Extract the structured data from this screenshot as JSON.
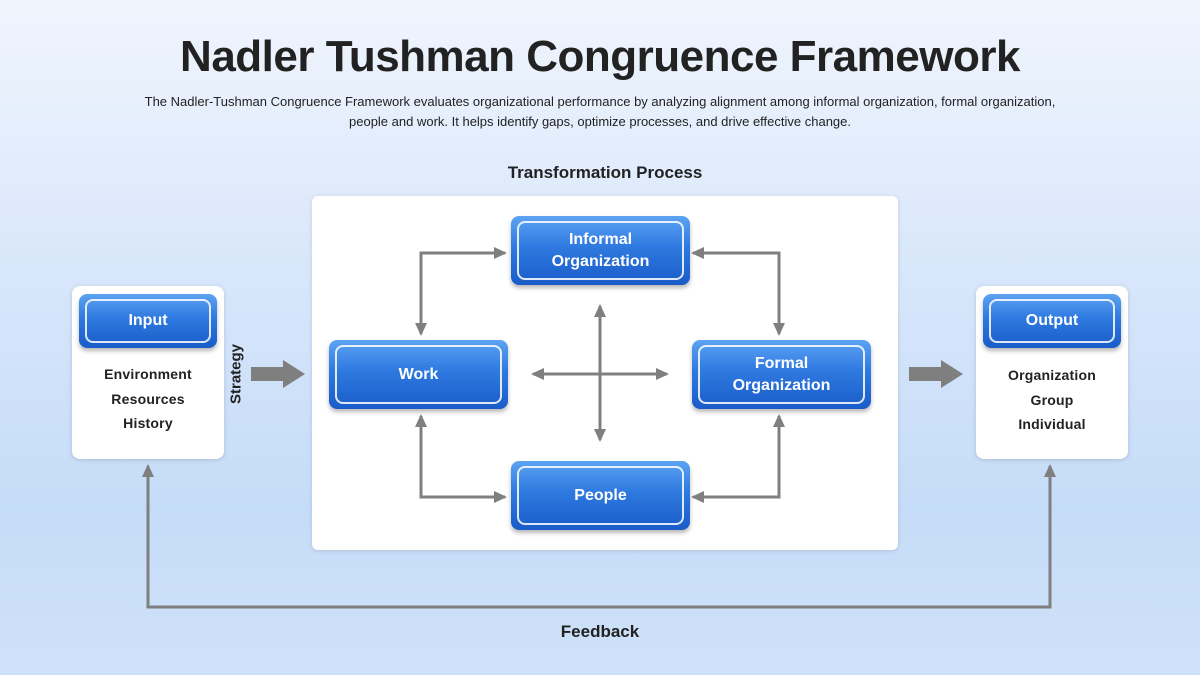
{
  "header": {
    "title": "Nadler Tushman Congruence Framework",
    "subtitle_line1": "The Nadler-Tushman Congruence Framework evaluates organizational performance by analyzing alignment among informal organization, formal organization,",
    "subtitle_line2": "people and work. It helps identify gaps, optimize processes, and drive effective change."
  },
  "transformation": {
    "label": "Transformation Process",
    "nodes": {
      "informal": "Informal Organization",
      "work": "Work",
      "formal": "Formal Organization",
      "people": "People"
    }
  },
  "input": {
    "label": "Input",
    "items": [
      "Environment",
      "Resources",
      "History"
    ]
  },
  "strategy": {
    "label": "Strategy"
  },
  "output": {
    "label": "Output",
    "items": [
      "Organization",
      "Group",
      "Individual"
    ]
  },
  "feedback": {
    "label": "Feedback"
  },
  "colors": {
    "node_top": "#5da3f3",
    "node_bottom": "#1a5cc8",
    "arrow": "#7f7f7f",
    "background": "#d6e6fa"
  }
}
